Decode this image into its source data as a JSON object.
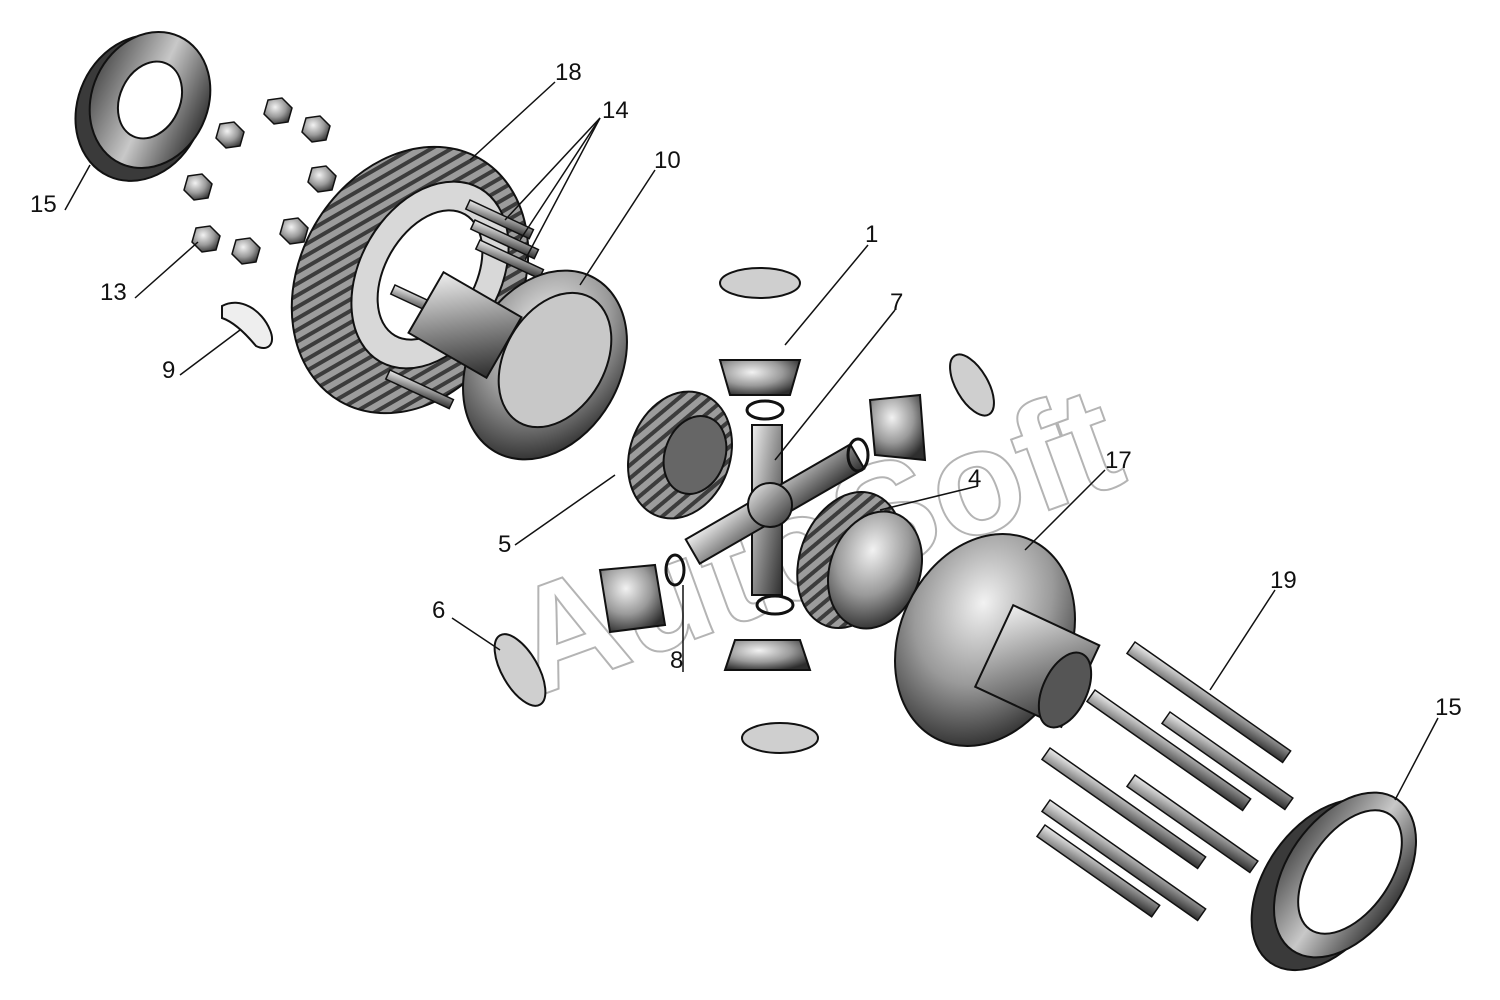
{
  "watermark": "AutoSoft",
  "colors": {
    "metal_dark": "#3a3a3a",
    "metal_mid": "#8a8a8a",
    "metal_light": "#d6d6d6",
    "line": "#111111"
  },
  "callouts": {
    "c15a": "15",
    "c18": "18",
    "c14": "14",
    "c10": "10",
    "c13": "13",
    "c9": "9",
    "c1": "1",
    "c7": "7",
    "c4": "4",
    "c5": "5",
    "c17": "17",
    "c6": "6",
    "c8": "8",
    "c19": "19",
    "c15b": "15"
  }
}
